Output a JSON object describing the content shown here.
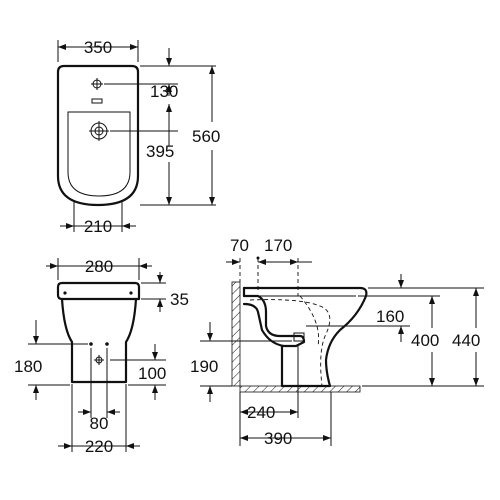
{
  "top_view": {
    "width": "350",
    "tap_offset": "130",
    "drain_offset": "395",
    "length": "560",
    "base_width": "210"
  },
  "front_view": {
    "top_width": "280",
    "rim_height": "35",
    "inlet_height": "180",
    "outlet_height": "100",
    "outlet_spacing": "80",
    "base_width": "220"
  },
  "side_view": {
    "wall_offset": "70",
    "tap_offset": "170",
    "bowl_depth": "160",
    "height_to_seat": "400",
    "total_height": "440",
    "drain_height": "190",
    "drain_distance": "240",
    "depth": "390"
  }
}
